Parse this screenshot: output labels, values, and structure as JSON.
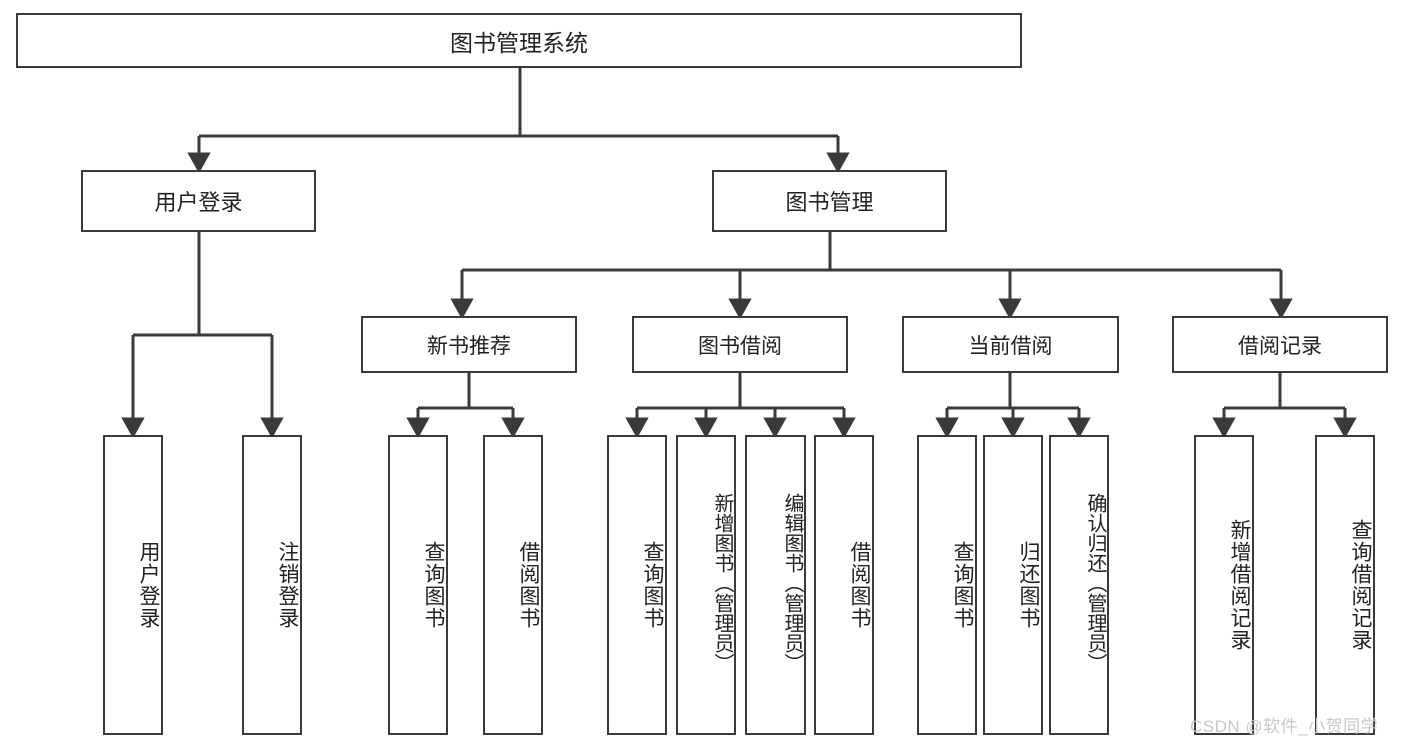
{
  "diagram": {
    "type": "tree-hierarchy",
    "root": {
      "label": "图书管理系统"
    },
    "level2": [
      {
        "label": "用户登录"
      },
      {
        "label": "图书管理"
      }
    ],
    "level3": [
      {
        "label": "新书推荐"
      },
      {
        "label": "图书借阅"
      },
      {
        "label": "当前借阅"
      },
      {
        "label": "借阅记录"
      }
    ],
    "leaves": {
      "user_login": [
        {
          "label": "用户登录"
        },
        {
          "label": "注销登录"
        }
      ],
      "new_book_recommend": [
        {
          "label": "查询图书"
        },
        {
          "label": "借阅图书"
        }
      ],
      "book_borrow": [
        {
          "label": "查询图书"
        },
        {
          "label": "新增图书（管理员）"
        },
        {
          "label": "编辑图书（管理员）"
        },
        {
          "label": "借阅图书"
        }
      ],
      "current_borrow": [
        {
          "label": "查询图书"
        },
        {
          "label": "归还图书"
        },
        {
          "label": "确认归还（管理员）"
        }
      ],
      "borrow_record": [
        {
          "label": "新增借阅记录"
        },
        {
          "label": "查询借阅记录"
        }
      ]
    }
  },
  "watermark": {
    "text": "CSDN @软件_小贺同学"
  },
  "colors": {
    "stroke": "#3a3a3a",
    "background": "#ffffff",
    "text": "#222222",
    "watermark": "#c9c9c9"
  }
}
